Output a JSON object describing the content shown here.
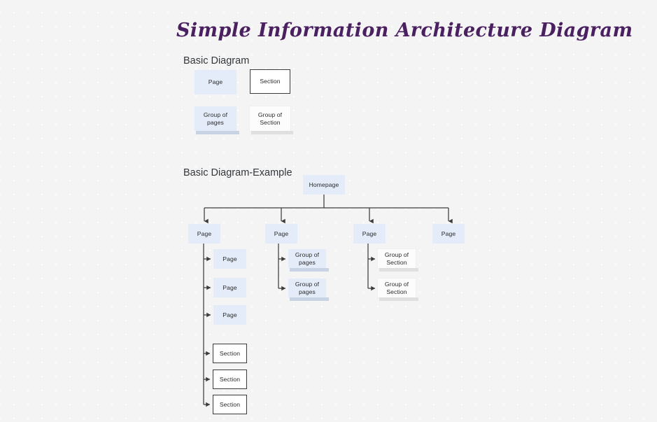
{
  "title": "Simple Information Architecture Diagram",
  "sections": {
    "basic": {
      "heading": "Basic Diagram"
    },
    "example": {
      "heading": "Basic Diagram-Example"
    }
  },
  "legend": [
    {
      "id": "page",
      "label": "Page",
      "type": "page",
      "fill": "#e3ecf8",
      "border": "none"
    },
    {
      "id": "section",
      "label": "Section",
      "type": "section",
      "fill": "#ffffff",
      "border": "#3b3b3b"
    },
    {
      "id": "group-pages",
      "label": "Group of pages",
      "type": "group-pages",
      "fill": "#e3ecf8",
      "border": "none"
    },
    {
      "id": "group-section",
      "label": "Group of Section",
      "type": "group-section",
      "fill": "#fcfcfd",
      "border": "none"
    }
  ],
  "diagram": {
    "root": {
      "label": "Homepage",
      "type": "page"
    },
    "level1": [
      {
        "label": "Page",
        "type": "page"
      },
      {
        "label": "Page",
        "type": "page"
      },
      {
        "label": "Page",
        "type": "page"
      },
      {
        "label": "Page",
        "type": "page"
      }
    ],
    "column1_children": [
      {
        "label": "Page",
        "type": "page"
      },
      {
        "label": "Page",
        "type": "page"
      },
      {
        "label": "Page",
        "type": "page"
      },
      {
        "label": "Section",
        "type": "section"
      },
      {
        "label": "Section",
        "type": "section"
      },
      {
        "label": "Section",
        "type": "section"
      }
    ],
    "column2_children": [
      {
        "label": "Group of pages",
        "type": "group-pages"
      },
      {
        "label": "Group of pages",
        "type": "group-pages"
      }
    ],
    "column3_children": [
      {
        "label": "Group of Section",
        "type": "group-section"
      },
      {
        "label": "Group of Section",
        "type": "group-section"
      }
    ],
    "column4_children": []
  },
  "colors": {
    "canvas": "#f4f4f4",
    "dot_grid": "#ffffff",
    "title": "#4a2060",
    "heading": "#33373b",
    "node_text": "#2b2b2b",
    "page_fill": "#e3ecf8",
    "section_border": "#3b3b3b",
    "connector": "#3c3c3c"
  }
}
